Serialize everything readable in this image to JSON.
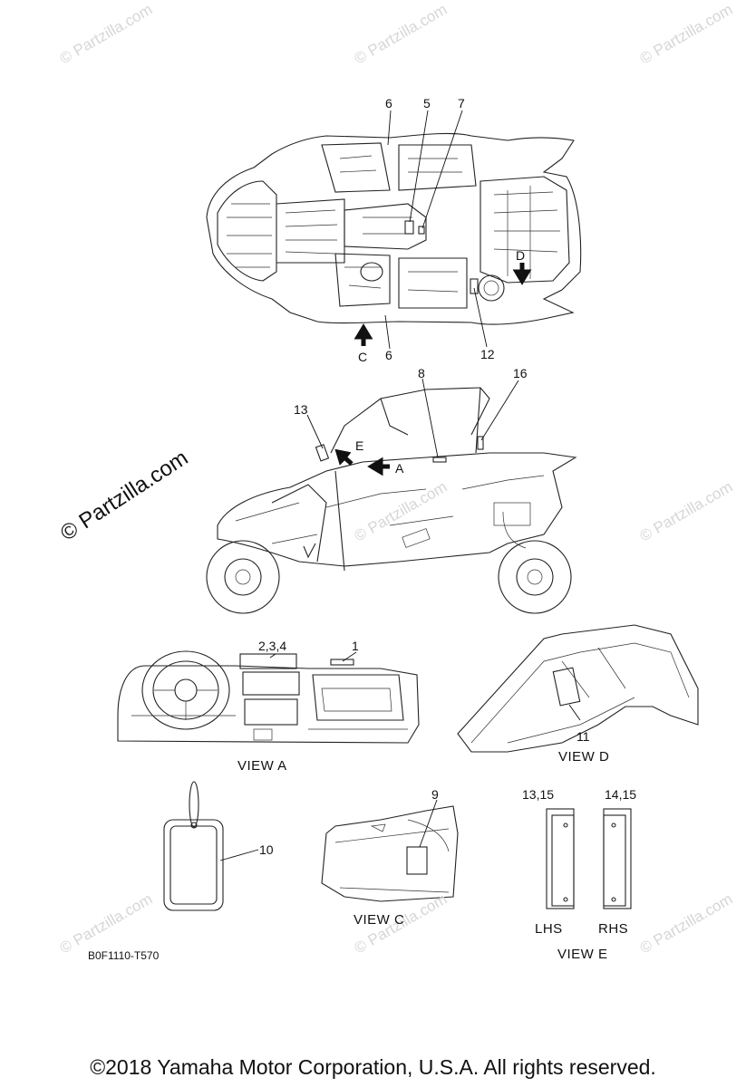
{
  "watermark": {
    "text": "© Partzilla.com",
    "main_text": "© Partzilla.com"
  },
  "callouts": {
    "c1": "1",
    "c234": "2,3,4",
    "c5": "5",
    "c6_top": "6",
    "c6_bottom": "6",
    "c7": "7",
    "c8": "8",
    "c9": "9",
    "c10": "10",
    "c11": "11",
    "c12": "12",
    "c13": "13",
    "c16": "16",
    "c1315": "13,15",
    "c1415": "14,15"
  },
  "arrows": {
    "a": "A",
    "c": "C",
    "d": "D",
    "e": "E"
  },
  "views": {
    "view_a": "VIEW A",
    "view_c": "VIEW C",
    "view_d": "VIEW D",
    "view_e": "VIEW E",
    "lhs": "LHS",
    "rhs": "RHS"
  },
  "diagram_code": "B0F1110-T570",
  "footer": "©2018  Yamaha Motor Corporation, U.S.A. All rights reserved."
}
